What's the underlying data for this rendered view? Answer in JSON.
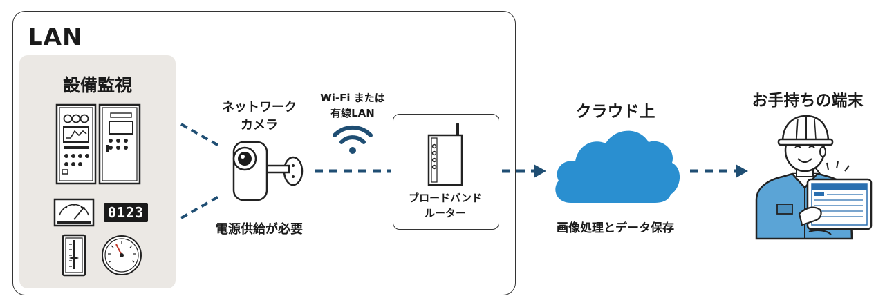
{
  "lan": {
    "title": "LAN"
  },
  "equipment": {
    "title": "設備監視",
    "counter_display": "0123"
  },
  "camera": {
    "label_line1": "ネットワーク",
    "label_line2": "カメラ",
    "power_note": "電源供給が必要"
  },
  "wireless": {
    "line1": "Wi-Fi または",
    "line2": "有線LAN"
  },
  "router": {
    "line1": "ブロードバンド",
    "line2": "ルーター"
  },
  "cloud": {
    "title": "クラウド上",
    "caption": "画像処理とデータ保存"
  },
  "device": {
    "title": "お手持ちの端末"
  },
  "colors": {
    "accent_navy": "#1f4e73",
    "cloud_blue": "#2a8fd0",
    "panel_gray": "#ebe8e4",
    "worker_blue": "#5ba4d6"
  }
}
